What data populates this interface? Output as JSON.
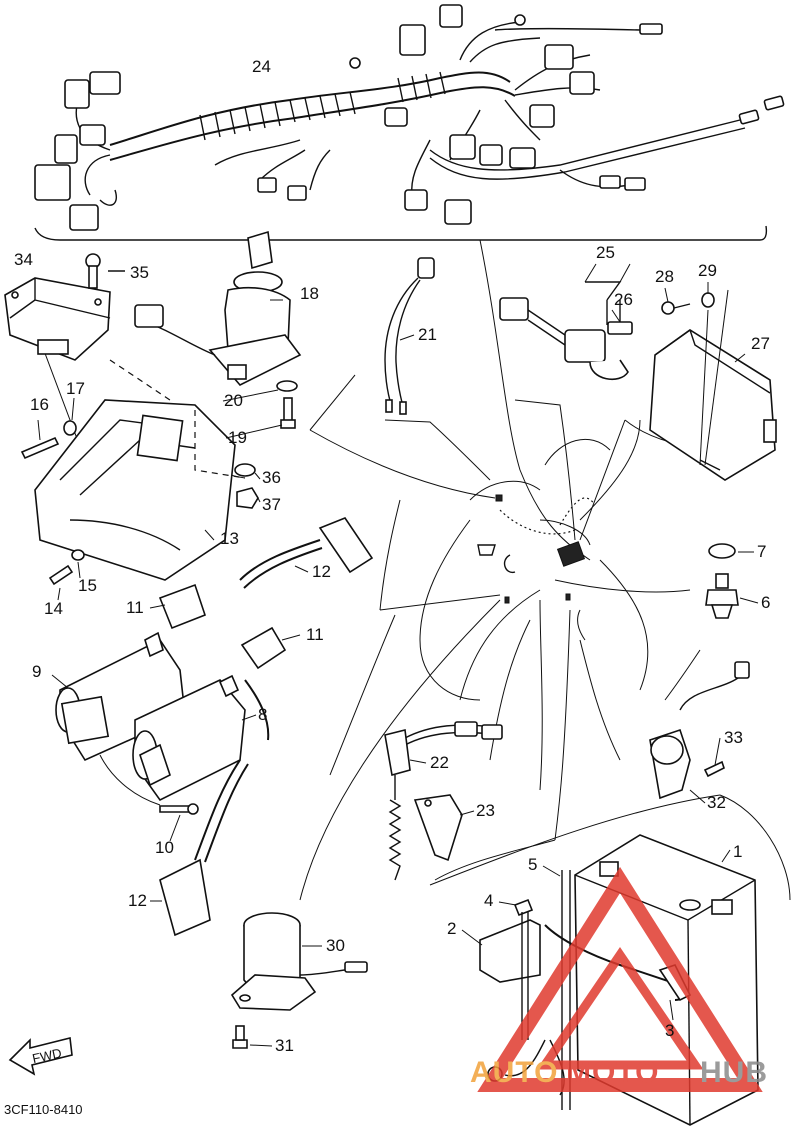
{
  "diagram": {
    "doc_id": "3CF110-8410",
    "fwd_label": "FWD",
    "watermark": {
      "part1": "AUTO",
      "part2": "MOTO",
      "part3": "HUB",
      "color_red": "#e03a2e",
      "color_orange": "#f2a23a",
      "color_gray": "#8a8a8a"
    },
    "callouts": {
      "c1": "1",
      "c2": "2",
      "c3": "3",
      "c4": "4",
      "c5": "5",
      "c6": "6",
      "c7": "7",
      "c8": "8",
      "c9": "9",
      "c10": "10",
      "c11a": "11",
      "c11b": "11",
      "c12a": "12",
      "c12b": "12",
      "c13": "13",
      "c14": "14",
      "c15": "15",
      "c16": "16",
      "c17": "17",
      "c18": "18",
      "c19": "19",
      "c20": "20",
      "c21": "21",
      "c22": "22",
      "c23": "23",
      "c24": "24",
      "c25": "25",
      "c26": "26",
      "c27": "27",
      "c28": "28",
      "c29": "29",
      "c30": "30",
      "c31": "31",
      "c32": "32",
      "c33": "33",
      "c34": "34",
      "c35": "35",
      "c36": "36",
      "c37": "37"
    }
  }
}
